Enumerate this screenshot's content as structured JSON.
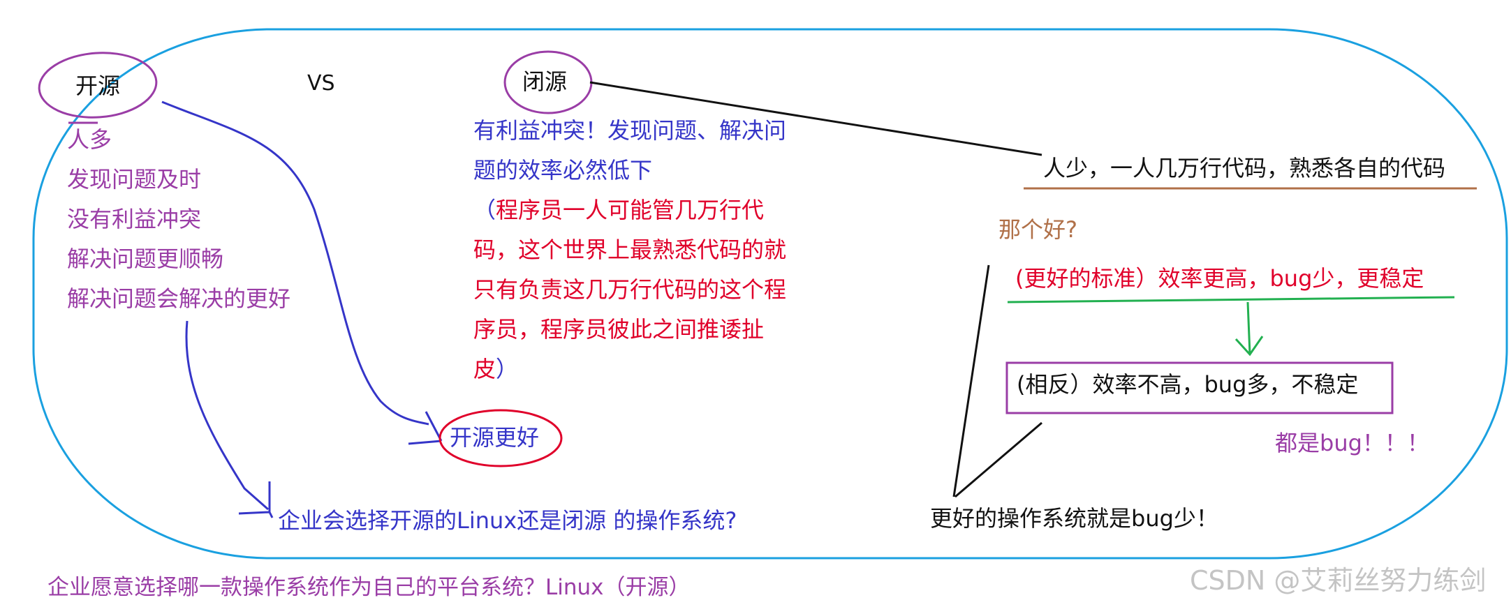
{
  "open_source": {
    "title": "开源",
    "points": [
      "人多",
      "发现问题及时",
      "没有利益冲突",
      "解决问题更顺畅",
      "解决问题会解决的更好"
    ]
  },
  "versus": "VS",
  "closed_source": {
    "title": "闭源",
    "conflict_lines": [
      "有利益冲突！发现问题、解决问",
      "题的效率必然低下"
    ],
    "paren_open": "（",
    "detail_lines": [
      "程序员一人可能管几万行代",
      "码，这个世界上最熟悉代码的就",
      "只有负责这几万行代码的这个程",
      "序员，程序员彼此之间推诿扯"
    ],
    "paren_close_prefix": "皮",
    "paren_close": "）"
  },
  "right_panel": {
    "few_people": "人少，一人几万行代码，熟悉各自的代码",
    "which_better": "那个好?",
    "better_standard": "(更好的标准）效率更高，bug少，更稳定",
    "opposite": "(相反）效率不高，bug多，不稳定",
    "all_bug": "都是bug！！！",
    "better_os": "更好的操作系统就是bug少！"
  },
  "conclusion_open_better": "开源更好",
  "enterprise_question": "企业会选择开源的Linux还是闭源 的操作系统?",
  "bottom_question": "企业愿意选择哪一款操作系统作为自己的平台系统？Linux（开源）",
  "watermark": "CSDN @艾莉丝努力练剑",
  "colors": {
    "ellipse_blue": "#1aa0e0",
    "purple": "#9a3da6",
    "blue": "#3535c8",
    "red": "#e0002a",
    "green": "#22b050",
    "brown": "#b07048",
    "black": "#111111"
  }
}
